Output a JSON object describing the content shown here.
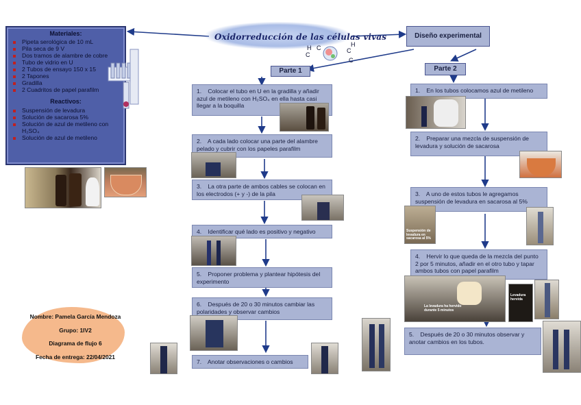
{
  "title": "Oxidorreducción de las células vivas",
  "molecule": {
    "atoms": [
      "H",
      "C",
      "C",
      "H",
      "C",
      "C"
    ]
  },
  "materiales": {
    "heading": "Materiales:",
    "items": [
      "Pipeta serológica de 10 mL",
      "Pila seca de 9 V",
      "Dos tramos de alambre de cobre",
      "Tubo de vidrio en U",
      "2 Tubos de ensayo 150 x 15",
      "2 Tapones",
      "Gradilla",
      "2 Cuadritos de papel parafilm"
    ]
  },
  "reactivos": {
    "heading": "Reactivos:",
    "items": [
      "Suspensión de levadura",
      "Solución de sacarosa 5%",
      "Solución de azul de metileno con H₂SO₄",
      "Solución de azul de metileno"
    ]
  },
  "diseno": "Diseño experimental",
  "parte1": {
    "label": "Parte 1",
    "steps": [
      {
        "n": "1.",
        "text": "Colocar el tubo en U en la gradilla y añadir azul de metileno con H₂SO₄ en ella hasta casi llegar a la boquilla"
      },
      {
        "n": "2.",
        "text": "A cada lado colocar una parte del alambre pelado y cubrir con los papeles parafilm"
      },
      {
        "n": "3.",
        "text": "La otra parte de ambos cables se colocan en los electrodos (+ y -) de la pila"
      },
      {
        "n": "4.",
        "text": "Identificar qué lado es positivo y negativo"
      },
      {
        "n": "5.",
        "text": "Proponer problema y plantear hipótesis del experimento"
      },
      {
        "n": "6.",
        "text": "Después de 20 o 30 minutos cambiar las polaridades y observar cambios"
      },
      {
        "n": "7.",
        "text": "Anotar observaciones o cambios"
      }
    ]
  },
  "parte2": {
    "label": "Parte 2",
    "steps": [
      {
        "n": "1.",
        "text": "En los tubos colocamos azul de metileno"
      },
      {
        "n": "2.",
        "text": "Preparar una mezcla de suspensión de levadura y solución de sacarosa"
      },
      {
        "n": "3.",
        "text": "A uno de estos tubos le agregamos suspensión de levadura en sacarosa al 5%"
      },
      {
        "n": "4.",
        "text": "Hervir lo que queda de la mezcla del punto 2 por 5 minutos, añadir en el otro tubo y tapar ambos tubos con papel parafilm"
      },
      {
        "n": "5.",
        "text": "Después de 20 o 30 minutos observar y anotar cambios en los tubos."
      }
    ]
  },
  "photo_labels": {
    "sacarosa": "Suspensión de levadura en sacarosa al 5%",
    "hervor": "La levadura ha hervido durante 5 minutos",
    "hervida": "Levadura hervida"
  },
  "info": {
    "nombre": "Nombre: Pamela García Mendoza",
    "grupo": "Grupo: 1IV2",
    "diagrama": "Diagrama de flujo 6",
    "fecha": "Fecha de entrega: 22/04/2021"
  },
  "colors": {
    "box": "#aab4d4",
    "materials_panel": "#4f5fa8",
    "arrow": "#1f3b8a",
    "blob": "#f5b98c"
  }
}
